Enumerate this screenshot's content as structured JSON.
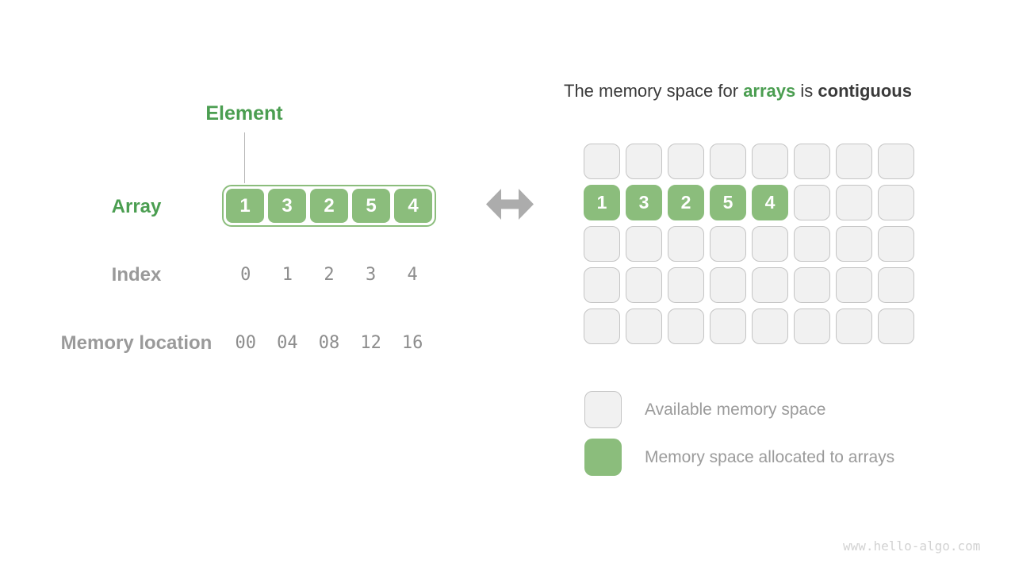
{
  "colors": {
    "green_fill": "#8BBD7C",
    "green_text": "#4B9E51",
    "empty_cell_bg": "#F1F1F1",
    "empty_cell_border": "#C4C4C4",
    "label_gray": "#9A9A9A",
    "mono_gray": "#8D8D8D",
    "title_dark": "#3A3A3A",
    "arrow_gray": "#ACACAC",
    "watermark_gray": "#D2D2D2"
  },
  "left": {
    "element_label": "Element",
    "array_label": "Array",
    "array_values": [
      "1",
      "3",
      "2",
      "5",
      "4"
    ],
    "index_label": "Index",
    "index_values": [
      "0",
      "1",
      "2",
      "3",
      "4"
    ],
    "memory_label": "Memory location",
    "memory_values": [
      "00",
      "04",
      "08",
      "12",
      "16"
    ]
  },
  "middle": {
    "arrow_icon": "left-right-arrow-icon"
  },
  "right": {
    "title_parts": [
      {
        "text": "The memory space for ",
        "style": "normal"
      },
      {
        "text": "arrays",
        "style": "green-bold"
      },
      {
        "text": " is ",
        "style": "normal"
      },
      {
        "text": "contiguous",
        "style": "bold"
      }
    ],
    "grid": {
      "rows": 5,
      "cols": 8,
      "filled_row_index": 1,
      "filled_values": [
        "1",
        "3",
        "2",
        "5",
        "4"
      ]
    },
    "legend": [
      {
        "type": "available",
        "label": "Available memory space"
      },
      {
        "type": "allocated",
        "label": "Memory space allocated to arrays"
      }
    ]
  },
  "watermark": "www.hello-algo.com"
}
